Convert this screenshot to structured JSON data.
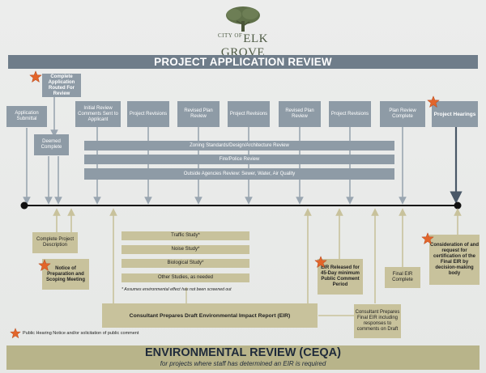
{
  "logo": {
    "prefix": "CITY OF",
    "name": "ELK GROVE"
  },
  "top_banner": "PROJECT APPLICATION REVIEW",
  "application_steps": [
    "Application Submittal",
    "Initial Review Comments Sent to Applicant",
    "Project Revisions",
    "Revised Plan Review",
    "Project Revisions",
    "Revised Plan Review",
    "Project Revisions",
    "Plan Review Complete",
    "Project Hearings"
  ],
  "routed_box": "Complete Application Routed For Review",
  "deemed_box": "Deemed Complete",
  "review_bars": [
    "Zoning Standards/Design/Architecture Review",
    "Fire/Police Review",
    "Outside Agencies Review: Sewer, Water, Air Quality"
  ],
  "env_steps": {
    "project_description": "Complete Project Description",
    "notice_prep": "Notice of Preparation and Scoping Meeting",
    "studies": [
      "Traffic Study*",
      "Noise Study*",
      "Biological Study*",
      "Other Studies, as needed"
    ],
    "studies_note": "* Assumes environmental effect has not been screened out",
    "draft_eir": "Consultant Prepares Draft Environmental Impact Report (EIR)",
    "eir_released": "EIR Released for 45-Day minimum Public Comment Period",
    "final_eir_prep": "Consultant Prepares Final EIR including responses to comments on Draft",
    "final_eir_complete": "Final EIR Complete",
    "certification": "Consideration of and request for certification of the Final EIR by decision-making body"
  },
  "legend": "Public Hearing Notice and/or solicitation of public comment",
  "bottom_banner": {
    "title": "ENVIRONMENTAL REVIEW (CEQA)",
    "subtitle": "for projects where staff has determined an EIR is required"
  },
  "colors": {
    "gray_box": "#8e9ba6",
    "banner": "#6f7d8a",
    "olive_box": "#c8c29c",
    "star": "#e2652a",
    "timeline": "#111111"
  }
}
